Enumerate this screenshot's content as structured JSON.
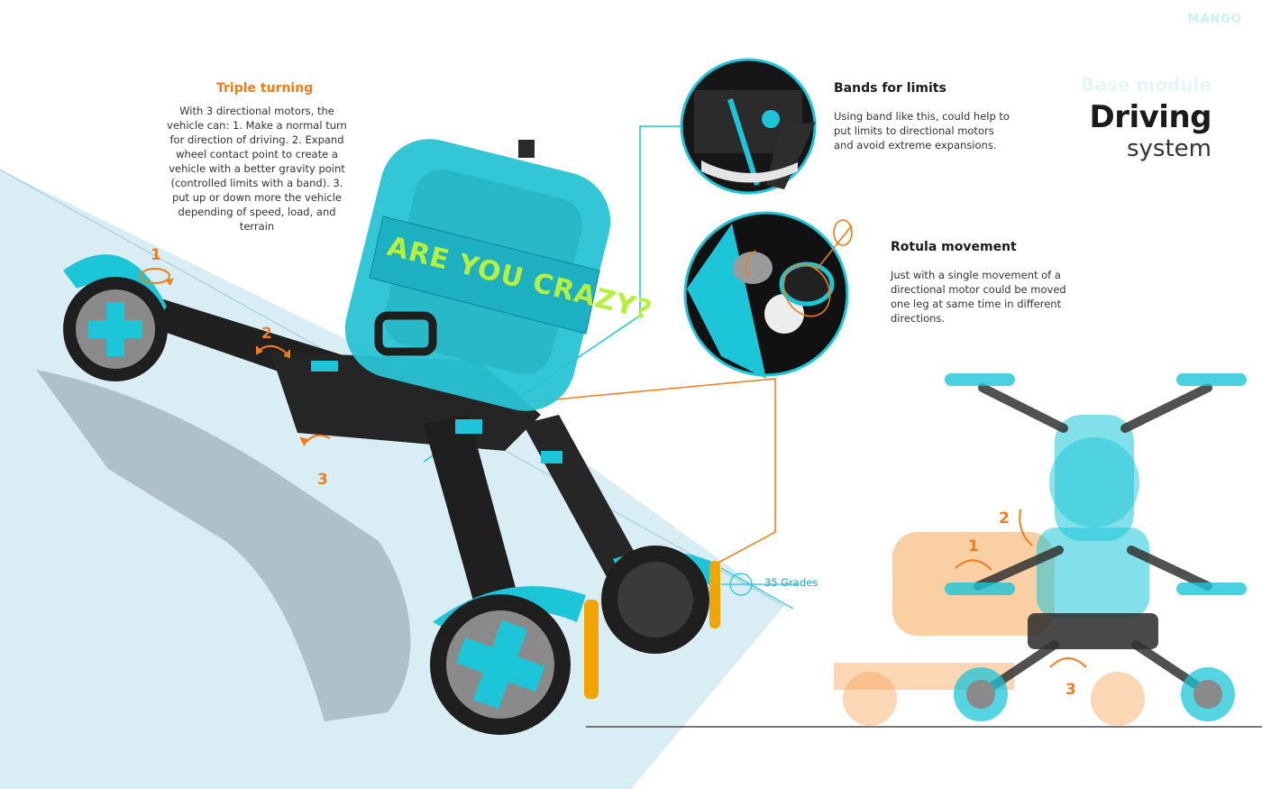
{
  "brand": "MANGO",
  "header": {
    "module": "Base module",
    "title_line1": "Driving",
    "title_line2": "system"
  },
  "triple_turning": {
    "title": "Triple turning",
    "lines": [
      "With 3 directional motors, the",
      "vehicle can: 1. Make a normal turn",
      "for direction of driving. 2. Expand",
      "wheel contact point to create a",
      "vehicle with a better gravity point",
      "(controlled limits with a band). 3.",
      "put up or down more the vehicle",
      "depending of speed, load, and",
      "terrain"
    ]
  },
  "bands": {
    "title": "Bands for limits",
    "lines": [
      "Using band like this, could help to",
      "put limits to directional motors",
      "and avoid extreme expansions."
    ]
  },
  "rotula": {
    "title": "Rotula movement",
    "lines": [
      "Just with a single movement of a",
      "directional motor could be moved",
      "one leg at same time in different",
      "directions."
    ]
  },
  "display_text": "ARE YOU CRAZY?",
  "angle_label": "35 Grades",
  "markers_main": [
    "1",
    "2",
    "3"
  ],
  "markers_front": [
    "1",
    "2",
    "3"
  ],
  "colors": {
    "accent": "#1cc6d8",
    "orange": "#f07c1a",
    "body": "#222222",
    "slope": "#d8ecf4",
    "display": "#b7f03c"
  }
}
